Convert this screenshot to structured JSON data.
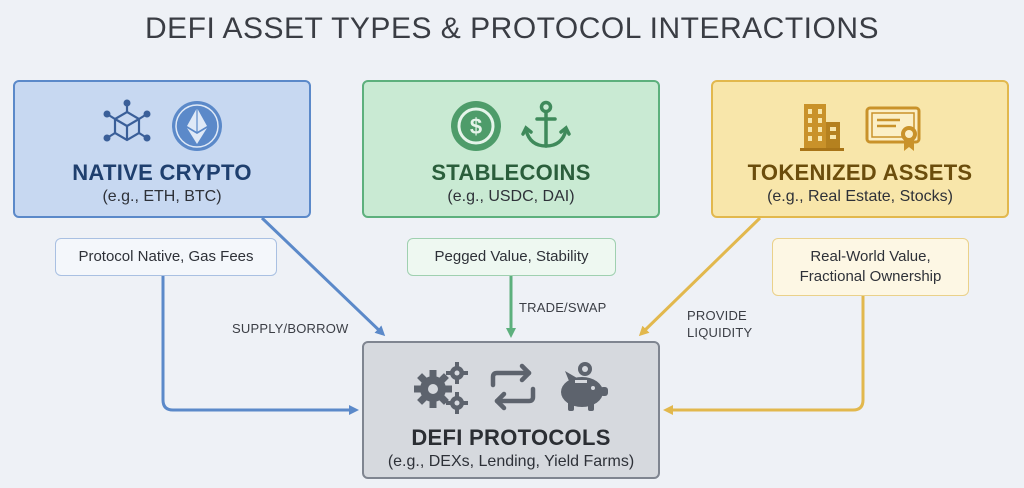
{
  "title": "DEFI ASSET TYPES & PROTOCOL INTERACTIONS",
  "nodes": {
    "native": {
      "heading": "NATIVE CRYPTO",
      "sub": "(e.g., ETH, BTC)",
      "note": "Protocol Native, Gas Fees",
      "icons": [
        "blockchain-cube-icon",
        "ethereum-icon"
      ],
      "color": "#5b89c9"
    },
    "stable": {
      "heading": "STABLECOINS",
      "sub": "(e.g., USDC, DAI)",
      "note": "Pegged Value, Stability",
      "icons": [
        "dollar-coin-icon",
        "anchor-icon"
      ],
      "color": "#5db07d"
    },
    "token": {
      "heading": "TOKENIZED ASSETS",
      "sub": "(e.g., Real Estate, Stocks)",
      "note_line1": "Real-World Value,",
      "note_line2": "Fractional Ownership",
      "icons": [
        "building-icon",
        "certificate-icon"
      ],
      "color": "#e2b84d"
    },
    "defi": {
      "heading": "DEFI PROTOCOLS",
      "sub": "(e.g., DEXs, Lending, Yield Farms)",
      "icons": [
        "gears-icon",
        "swap-arrows-icon",
        "piggy-bank-icon"
      ],
      "color": "#7f8590"
    }
  },
  "edges": {
    "supply": "SUPPLY/BORROW",
    "trade": "TRADE/SWAP",
    "provide_line1": "PROVIDE",
    "provide_line2": "LIQUIDITY"
  }
}
